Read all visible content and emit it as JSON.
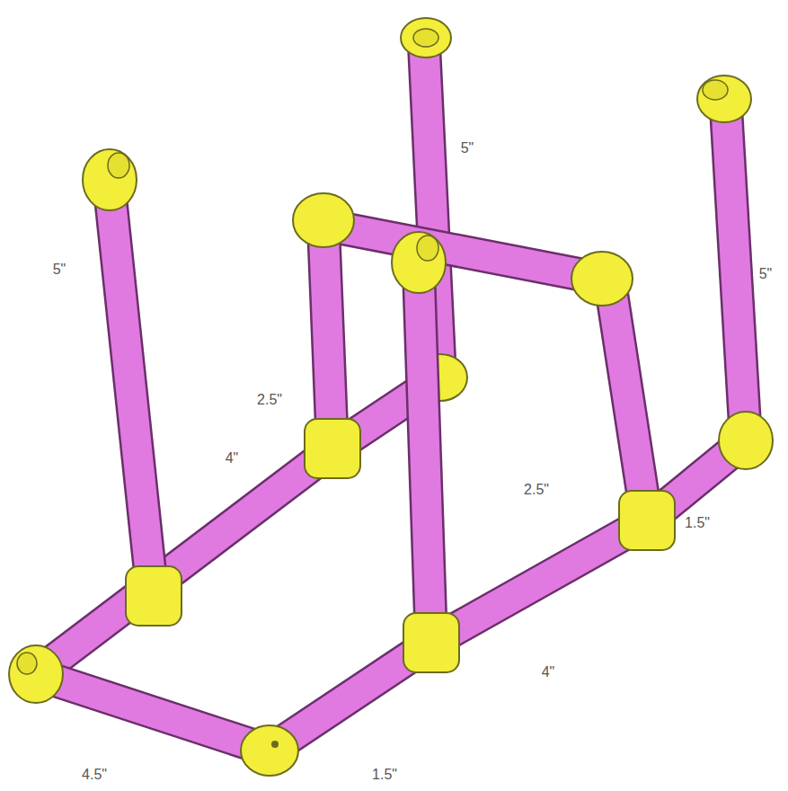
{
  "diagram": {
    "labels": [
      "5\"",
      "5\"",
      "5\"",
      "2.5\"",
      "2.5\"",
      "4\"",
      "1.5\"",
      "4\"",
      "4.5\"",
      "1.5\""
    ]
  }
}
